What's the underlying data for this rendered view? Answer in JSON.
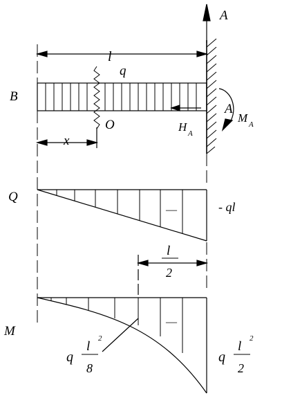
{
  "labels": {
    "point_a_top": "A",
    "point_a_wall": "A",
    "point_b": "B",
    "point_o": "O",
    "length": "l",
    "load": "q",
    "distance": "x",
    "reaction_h": "H",
    "reaction_h_sub": "A",
    "moment_m": "M",
    "moment_m_sub": "A",
    "shear_diagram": "Q",
    "moment_diagram": "M",
    "shear_sign": "—",
    "moment_sign": "—",
    "shear_end_value": "- ql",
    "half_span_num": "l",
    "half_span_den": "2",
    "mid_moment_q": "q",
    "mid_moment_l": "l",
    "mid_moment_exp": "2",
    "mid_moment_den": "8",
    "end_moment_q": "q",
    "end_moment_l": "l",
    "end_moment_exp": "2",
    "end_moment_den": "2"
  }
}
